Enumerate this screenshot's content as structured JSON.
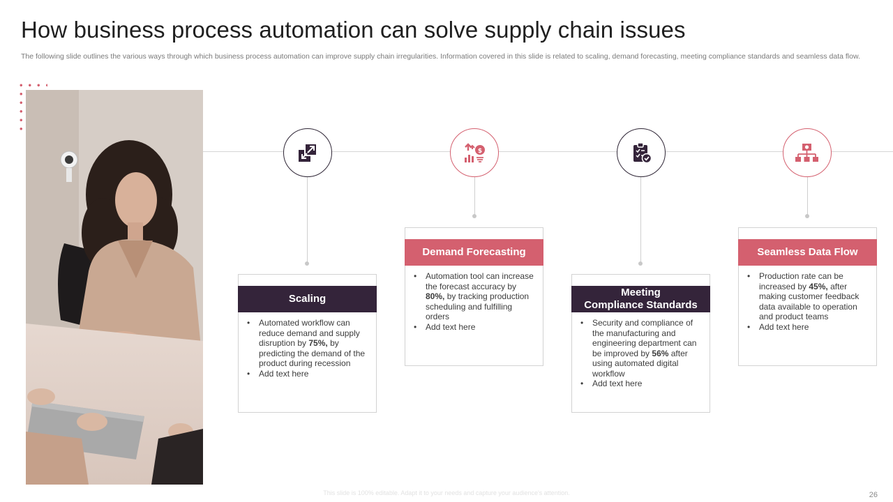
{
  "slide": {
    "title": "How business process automation can solve supply chain issues",
    "subtitle": "The following slide outlines the various ways through which business process automation can improve supply chain irregularities. Information covered in this slide is related to scaling, demand forecasting, meeting compliance standards and seamless data flow.",
    "footer": "This slide is 100% editable. Adapt it to your needs and capture your audience's attention.",
    "page_number": "26"
  },
  "colors": {
    "dark": "#34243a",
    "pink": "#d4606f"
  },
  "cards": [
    {
      "title": "Scaling",
      "icon": "expand-arrows-icon",
      "bullet1": {
        "pre": "Automated workflow can reduce demand and supply disruption by ",
        "bold": "75%,",
        "post": " by predicting the demand of the product during recession"
      },
      "bullet2": "Add text here"
    },
    {
      "title": "Demand Forecasting",
      "icon": "growth-chart-icon",
      "bullet1": {
        "pre": "Automation tool can increase the forecast accuracy by ",
        "bold": "80%,",
        "post": " by tracking production scheduling and fulfilling orders"
      },
      "bullet2": "Add text here"
    },
    {
      "title_line1": "Meeting",
      "title_line2": "Compliance Standards",
      "icon": "clipboard-check-icon",
      "bullet1": {
        "pre": "Security and compliance of the manufacturing and engineering department can be improved by ",
        "bold": "56%",
        "post": " after using automated digital workflow"
      },
      "bullet2": "Add text here"
    },
    {
      "title": "Seamless Data Flow",
      "icon": "data-flow-hierarchy-icon",
      "bullet1": {
        "pre": "Production rate can be increased by ",
        "bold": "45%,",
        "post": " after making customer feedback data available to operation and product teams"
      },
      "bullet2": "Add text here"
    }
  ]
}
